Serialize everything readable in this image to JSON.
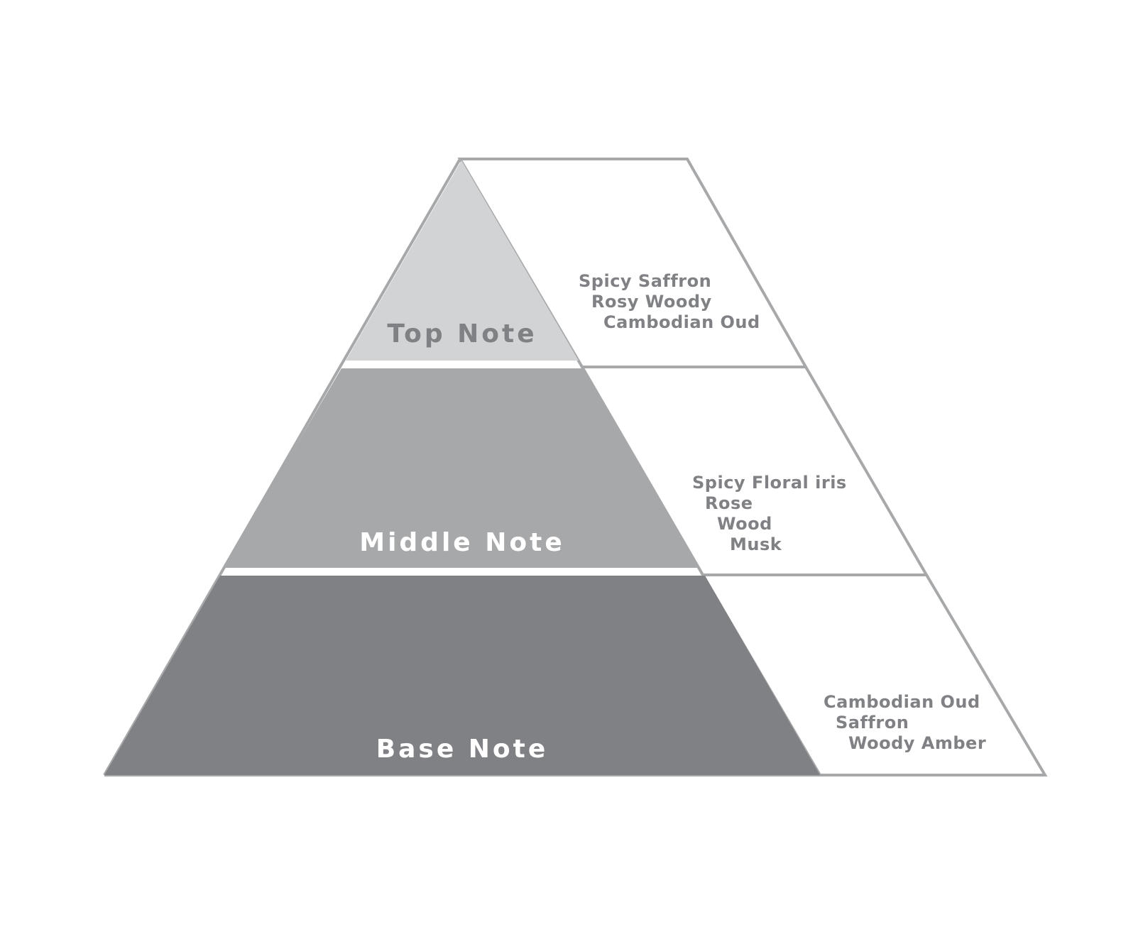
{
  "colors": {
    "outline": "#a7a8aa",
    "top_fill": "#d1d3d4",
    "middle_fill": "#a7a8aa",
    "base_fill": "#808184",
    "top_label": "#808184",
    "middle_label": "#ffffff",
    "base_label": "#ffffff",
    "notes_text": "#808184"
  },
  "tiers": [
    {
      "label": "Top Note",
      "notes": [
        "Spicy Saffron",
        "Rosy Woody",
        "Cambodian Oud"
      ]
    },
    {
      "label": "Middle Note",
      "notes": [
        "Spicy Floral iris",
        "Rose",
        "Wood",
        "Musk"
      ]
    },
    {
      "label": "Base Note",
      "notes": [
        "Cambodian Oud",
        "Saffron",
        "Woody Amber"
      ]
    }
  ]
}
